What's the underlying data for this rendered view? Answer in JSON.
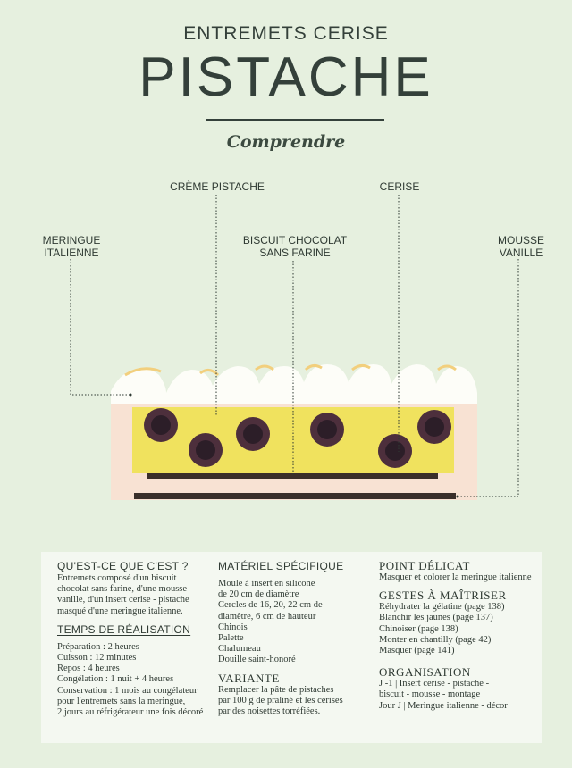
{
  "header": {
    "subtitle": "ENTREMETS CERISE",
    "title": "PISTACHE",
    "section": "Comprendre"
  },
  "diagram": {
    "labels": {
      "creme_pistache": "CRÈME PISTACHE",
      "cerise": "CERISE",
      "meringue": [
        "MERINGUE",
        "ITALIENNE"
      ],
      "biscuit": [
        "BISCUIT CHOCOLAT",
        "SANS FARINE"
      ],
      "mousse": [
        "MOUSSE",
        "VANILLE"
      ]
    },
    "colors": {
      "meringue": "#fdfdf8",
      "meringue_tip": "#f2cf7d",
      "mousse": "#f8e2d3",
      "creme": "#f0e25e",
      "biscuit": "#3a2f2a",
      "cherry_outer": "#4d2f3c",
      "cherry_inner": "#2c1e28",
      "leader": "#2f3a33"
    }
  },
  "info": {
    "col1": {
      "heading1": "QU'EST-CE QUE C'EST ?",
      "description": [
        "Entremets composé d'un biscuit",
        "chocolat sans farine, d'une mousse",
        "vanille, d'un insert cerise - pistache",
        "masqué d'une meringue italienne."
      ],
      "heading2": "TEMPS DE RÉALISATION",
      "times": [
        "Préparation : 2 heures",
        "Cuisson : 12 minutes",
        "Repos : 4 heures",
        "Congélation : 1 nuit + 4 heures"
      ],
      "conservation": [
        "Conservation : 1 mois au congélateur",
        "pour l'entremets sans la meringue,",
        "2 jours au réfrigérateur une fois décoré"
      ]
    },
    "col2": {
      "heading1": "MATÉRIEL SPÉCIFIQUE",
      "materiel": [
        "Moule à insert en silicone",
        "de 20 cm de diamètre",
        "Cercles de 16, 20, 22 cm de",
        "diamètre, 6 cm de hauteur",
        "Chinois",
        "Palette",
        "Chalumeau",
        "Douille saint-honoré"
      ],
      "heading2": "VARIANTE",
      "variante": [
        "Remplacer la pâte de pistaches",
        "par 100 g de praliné et les cerises",
        "par des noisettes torréfiées."
      ]
    },
    "col3": {
      "heading1": "POINT DÉLICAT",
      "point": [
        "Masquer et colorer la meringue italienne"
      ],
      "heading2": "GESTES À MAÎTRISER",
      "gestes": [
        "Réhydrater la gélatine (page 138)",
        "Blanchir les jaunes (page 137)",
        "Chinoiser (page 138)",
        "Monter en chantilly (page 42)",
        "Masquer (page 141)"
      ],
      "heading3": "ORGANISATION",
      "organisation": [
        "J -1 | Insert cerise - pistache -",
        "biscuit - mousse - montage",
        "Jour J | Meringue italienne - décor"
      ]
    }
  }
}
